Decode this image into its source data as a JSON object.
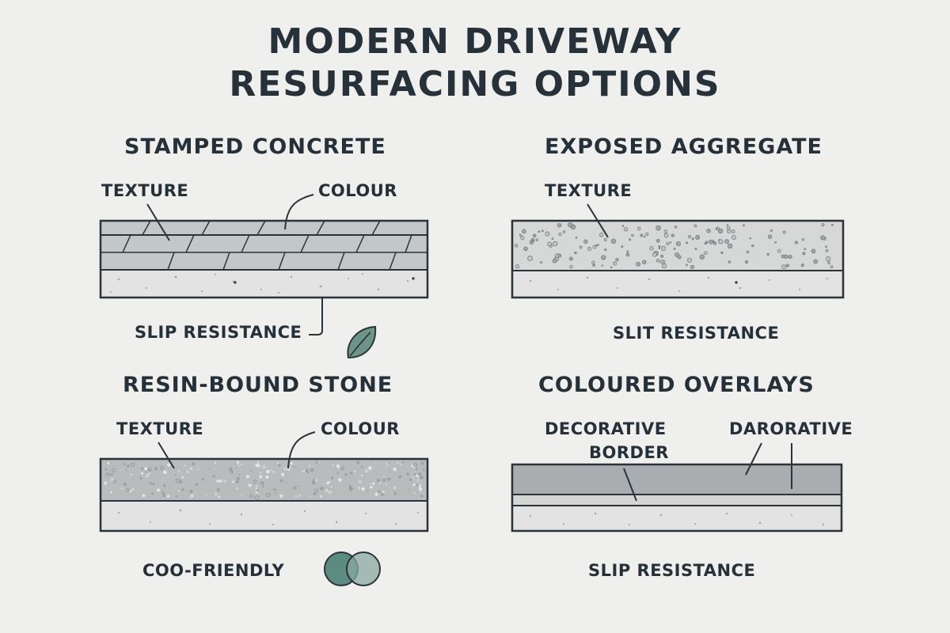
{
  "title": {
    "line1": "MODERN DRIVEWAY",
    "line2": "RESURFACING OPTIONS"
  },
  "panels": {
    "stamped": {
      "heading": "STAMPED CONCRETE",
      "texture": "TEXTURE",
      "colour": "COLOUR",
      "footer": "SLIP RESISTANCE",
      "footer_icon": "leaf-icon"
    },
    "exposed": {
      "heading": "EXPOSED AGGREGATE",
      "texture": "TEXTURE",
      "footer": "SLIT RESISTANCE"
    },
    "resin": {
      "heading": "RESIN-BOUND STONE",
      "texture": "TEXTURE",
      "colour": "COLOUR",
      "footer": "COO-FRIENDLY",
      "footer_icon": "overlapping-circles-icon"
    },
    "overlays": {
      "heading": "COLOURED OVERLAYS",
      "label_left_line1": "DECORATIVE",
      "label_left_line2": "BORDER",
      "label_right": "DARORATIVE",
      "footer": "SLIP RESISTANCE"
    }
  },
  "colors": {
    "background": "#efefee",
    "text": "#253038",
    "stroke": "#2b3339",
    "slab_top": "#c3c6c7",
    "slab_base": "#e2e3e2",
    "overlay": "#a9adaf",
    "leaf": "#6e9488",
    "circle_a": "#5e8b80",
    "circle_b": "#8aa8a2"
  }
}
